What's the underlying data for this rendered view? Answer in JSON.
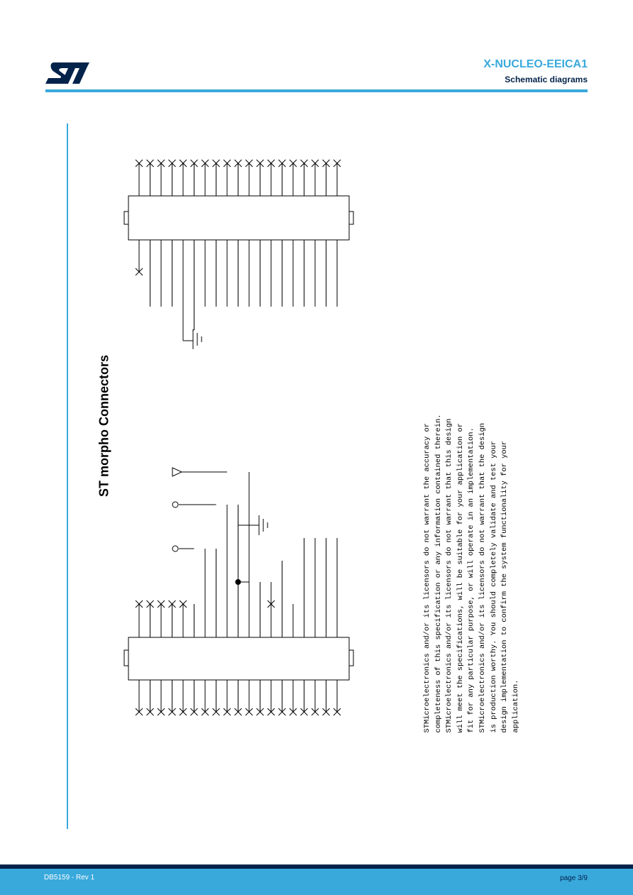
{
  "header": {
    "logo_icon": "st-logo-icon",
    "title": "X-NUCLEO-EEICA1",
    "subtitle": "Schematic diagrams"
  },
  "schematic": {
    "section_title": "ST morpho Connectors",
    "disclaimer": "STMicroelectronics and/or its licensors do not warrant the accuracy or completeness of this specification or any information contained therein. STMicroelectronics and/or its licensors do not warrant that this design will meet the specifications, will be suitable for your application or fit for any particular purpose, or will operate in an implementation. STMicroelectronics and/or its licensors do not warrant that the design is production worthy. You should completely validate and test your design implementation to confirm the system functionality for your application."
  },
  "footer": {
    "doc_id": "DB5159 - Rev 1",
    "page": "page 3/9"
  },
  "colors": {
    "accent": "#39a9dc",
    "dark": "#03234b"
  }
}
